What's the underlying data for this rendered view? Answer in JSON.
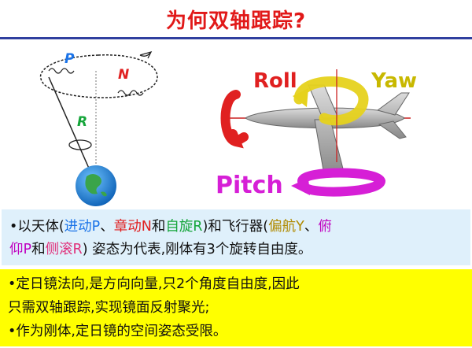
{
  "title": "为何双轴跟踪?",
  "figure": {
    "orbit_labels": {
      "p": "P",
      "n": "N",
      "r": "R"
    },
    "aircraft_labels": {
      "roll": "Roll",
      "yaw": "Yaw",
      "pitch": "Pitch"
    }
  },
  "info_box": {
    "bullet": "•",
    "t1": "以天体(",
    "precession": "进动P",
    "sep1": "、",
    "nutation": "章动N",
    "and1": "和",
    "rotation": "自旋R",
    "t2": ")和飞行器(",
    "yaw": "偏航Y",
    "sep2": "、",
    "pitch_a": "俯",
    "pitch_b": "仰P",
    "and2": "和",
    "roll": "侧滚R",
    "t3": ") 姿态为代表,刚体有3个旋转自由度。"
  },
  "notes": {
    "line1": "•定日镜法向,是方向向量,只2个角度自由度,因此",
    "line2": "只需双轴跟踪,实现镜面反射聚光;",
    "line3": "•作为刚体,定日镜的空间姿态受限。"
  },
  "colors": {
    "title": "#e11919",
    "rule": "#2f3f9f",
    "info_bg": "#dff0fb",
    "notes_bg": "#ffff00",
    "precession": "#1a73e8",
    "nutation": "#e02020",
    "rotation": "#15a53a",
    "yaw": "#b08a00",
    "pitch": "#c000c0",
    "roll": "#e0307a"
  }
}
